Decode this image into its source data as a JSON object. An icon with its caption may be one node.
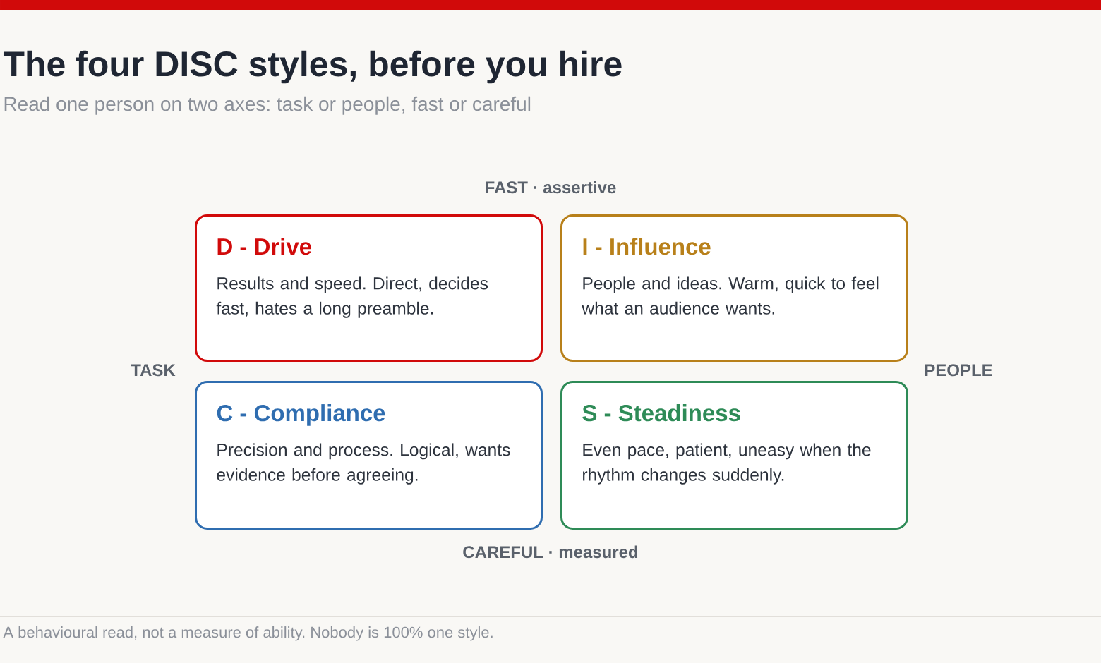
{
  "diagram": {
    "title": "The four DISC styles, before you hire",
    "nodes": [
      {
        "text": [
          "D - Drive",
          "Results and speed. Direct, decides fast, hates a long preamble."
        ]
      },
      {
        "text": [
          "I - Influence",
          "People and ideas. Warm, quick to feel what an audience wants."
        ]
      },
      {
        "text": [
          "C - Compliance",
          "Precision and process. Logical, wants evidence before agreeing."
        ]
      },
      {
        "text": [
          "S - Steadiness",
          "Even pace, patient, uneasy when the rhythm changes suddenly."
        ]
      }
    ],
    "labels": [
      "Read one person on two axes: task or people, fast or careful",
      "FAST · assertive",
      "TASK",
      "PEOPLE",
      "CAREFUL · measured",
      "A behavioural read, not a measure of ability. Nobody is 100% one style."
    ]
  }
}
